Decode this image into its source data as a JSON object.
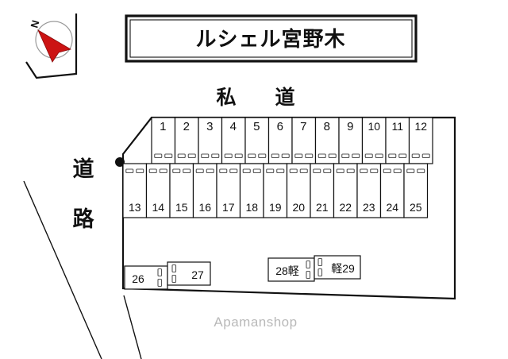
{
  "document": {
    "kind": "parking-lot-site-plan",
    "title": "ルシェル宮野木",
    "watermark": "Apamanshop"
  },
  "labels": {
    "private_road": "私　道",
    "public_road_line1": "道",
    "public_road_line2": "路",
    "compass_north": "N"
  },
  "colors": {
    "ink": "#111111",
    "stall_fill": "#ffffff",
    "watermark": "#b9b9b9",
    "compass_red": "#cc1414",
    "compass_ring": "#9a9a9a"
  },
  "parking": {
    "row_top": {
      "name": "top-row",
      "stalls": [
        "1",
        "2",
        "3",
        "4",
        "5",
        "6",
        "7",
        "8",
        "9",
        "10",
        "11",
        "12"
      ]
    },
    "row_bottom": {
      "name": "bottom-row",
      "stalls": [
        "13",
        "14",
        "15",
        "16",
        "17",
        "18",
        "19",
        "20",
        "21",
        "22",
        "23",
        "24",
        "25"
      ]
    },
    "row_lower_left": {
      "name": "lower-left-row",
      "stalls": [
        "26",
        "27"
      ]
    },
    "row_lower_right": {
      "name": "lower-right-row",
      "stalls": [
        "28軽",
        "軽29"
      ]
    }
  }
}
